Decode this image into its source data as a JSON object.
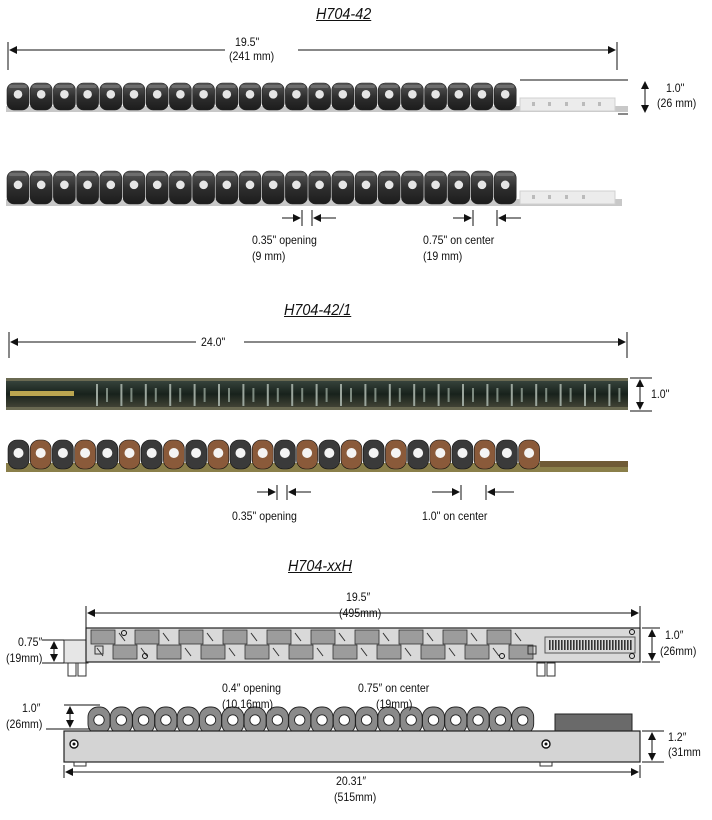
{
  "sections": {
    "a": {
      "title": "H704-42",
      "length_in": "19.5\"",
      "length_mm": "(241 mm)",
      "height_in": "1.0\"",
      "height_mm": "(26 mm)",
      "opening_in": "0.35\" opening",
      "opening_mm": "(9 mm)",
      "center_in": "0.75\" on center",
      "center_mm": "(19 mm)"
    },
    "b": {
      "title": "H704-42/1",
      "length_in": "24.0\"",
      "height_in": "1.0\"",
      "opening_in": "0.35\" opening",
      "center_in": "1.0\" on center"
    },
    "c": {
      "title": "H704-xxH",
      "length_in": "19.5″",
      "length_mm": "(495mm)",
      "left_h_in": "0.75″",
      "left_h_mm": "(19mm)",
      "right_h_in": "1.0″",
      "right_h_mm": "(26mm)",
      "opening_in": "0.4″ opening",
      "opening_mm": "(10.16mm)",
      "center_in": "0.75″ on center",
      "center_mm": "(19mm)",
      "ring_h_in": "1.0″",
      "ring_h_mm": "(26mm)",
      "base_h_in": "1.2″",
      "base_h_mm": "(31mm",
      "base_len_in": "20.31″",
      "base_len_mm": "(515mm)"
    }
  },
  "colors": {
    "ring_dark": "#3a3a3a",
    "ring_light": "#9a9a9a",
    "ring_copper": "#8a5a3a",
    "board": "#cfcfcf",
    "pcb_dark": "#1e2a22"
  }
}
